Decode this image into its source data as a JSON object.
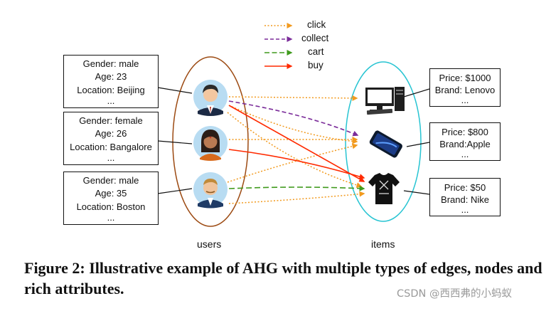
{
  "legend": {
    "click": "click",
    "collect": "collect",
    "cart": "cart",
    "buy": "buy"
  },
  "colors": {
    "click": "#f29a1e",
    "collect": "#7b2c9a",
    "cart": "#3f9a1c",
    "buy": "#ff2a00",
    "users_ellipse": "#9c4a12",
    "items_ellipse": "#27c4d2"
  },
  "users": [
    {
      "gender": "Gender: male",
      "age": "Age: 23",
      "location": "Location: Beijing",
      "more": "..."
    },
    {
      "gender": "Gender: female",
      "age": "Age: 26",
      "location": "Location: Bangalore",
      "more": "..."
    },
    {
      "gender": "Gender: male",
      "age": "Age: 35",
      "location": "Location: Boston",
      "more": "..."
    }
  ],
  "items": [
    {
      "icon": "desktop-computer-icon",
      "price": "Price: $1000",
      "brand": "Brand: Lenovo",
      "more": "..."
    },
    {
      "icon": "smartphone-icon",
      "price": "Price: $800",
      "brand": "Brand:Apple",
      "more": "..."
    },
    {
      "icon": "t-shirt-icon",
      "price": "Price: $50",
      "brand": "Brand: Nike",
      "more": "..."
    }
  ],
  "labels": {
    "users": "users",
    "items": "items"
  },
  "caption": "Figure 2: Illustrative example of AHG with multiple types of edges, nodes and rich attributes.",
  "watermark": "CSDN @西西弗的小蚂蚁"
}
